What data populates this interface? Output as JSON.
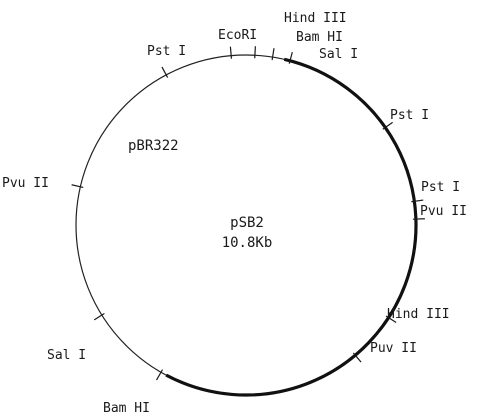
{
  "plasmid": {
    "name": "pSB2",
    "size": "10.8Kb",
    "vector_segment_label": "pBR322",
    "sites": [
      {
        "label": "Pst I",
        "name": "pst-i"
      },
      {
        "label": "EcoRI",
        "name": "ecori"
      },
      {
        "label": "Hind III",
        "name": "hind-iii"
      },
      {
        "label": "Bam HI",
        "name": "bam-hi"
      },
      {
        "label": "Sal I",
        "name": "sal-i"
      },
      {
        "label": "Pst I",
        "name": "pst-i"
      },
      {
        "label": "Pst I",
        "name": "pst-i"
      },
      {
        "label": "Pvu II",
        "name": "pvu-ii"
      },
      {
        "label": "Hind III",
        "name": "hind-iii"
      },
      {
        "label": "Puv II",
        "name": "puv-ii"
      },
      {
        "label": "Bam HI",
        "name": "bam-hi"
      },
      {
        "label": "Sal I",
        "name": "sal-i"
      },
      {
        "label": "Pvu II",
        "name": "pvu-ii"
      }
    ]
  }
}
